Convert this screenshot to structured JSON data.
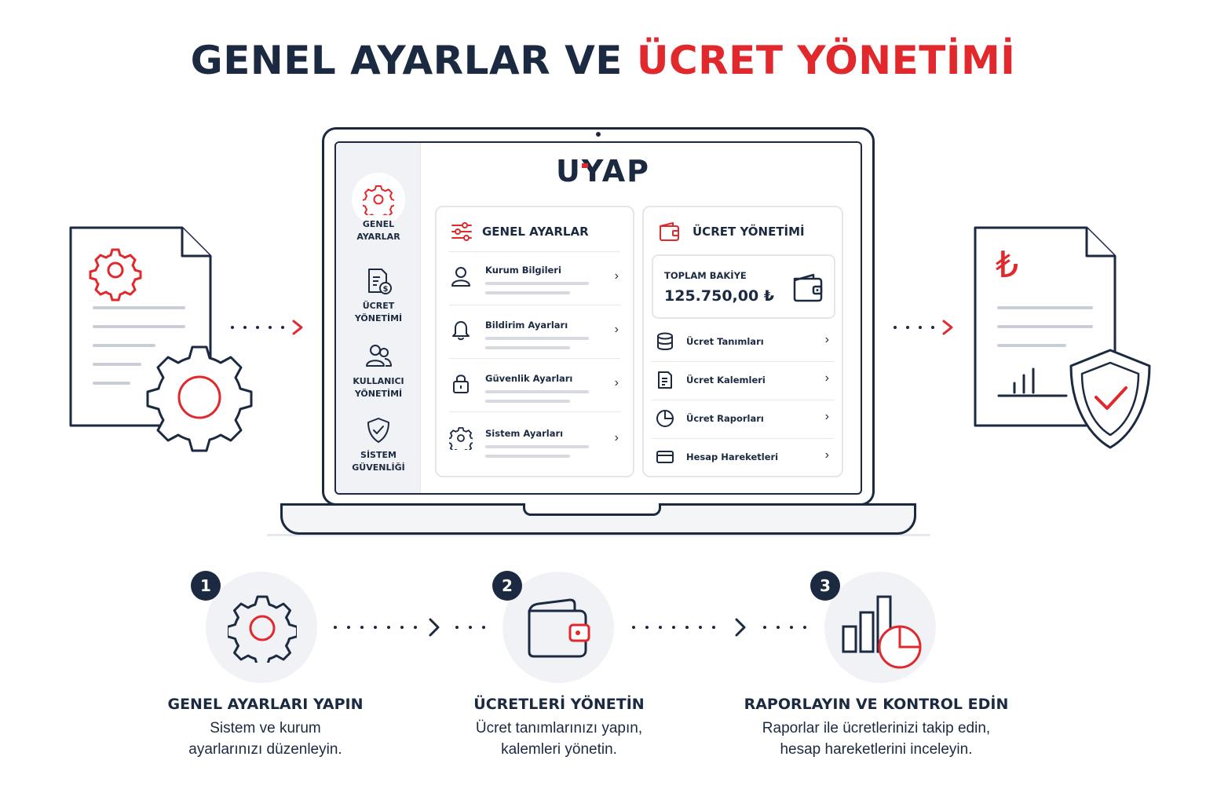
{
  "title": {
    "part1": "GENEL AYARLAR VE ",
    "part2": "ÜCRET YÖNETİMİ"
  },
  "app": {
    "logo": "UYAP"
  },
  "sidebar": {
    "items": [
      {
        "label": "GENEL\nAYARLAR",
        "icon": "gear-icon",
        "active": true
      },
      {
        "label": "ÜCRET\nYÖNETİMİ",
        "icon": "fee-document-icon"
      },
      {
        "label": "KULLANICI\nYÖNETİMİ",
        "icon": "users-icon"
      },
      {
        "label": "SİSTEM\nGÜVENLİĞİ",
        "icon": "shield-check-icon"
      }
    ]
  },
  "general_panel": {
    "title": "GENEL AYARLAR",
    "items": [
      {
        "label": "Kurum Bilgileri",
        "icon": "user-icon"
      },
      {
        "label": "Bildirim Ayarları",
        "icon": "bell-icon"
      },
      {
        "label": "Güvenlik Ayarları",
        "icon": "lock-icon"
      },
      {
        "label": "Sistem Ayarları",
        "icon": "gear-icon"
      }
    ]
  },
  "fee_panel": {
    "title": "ÜCRET YÖNETİMİ",
    "balance_label": "TOPLAM BAKİYE",
    "balance_value": "125.750,00 ₺",
    "items": [
      {
        "label": "Ücret Tanımları",
        "icon": "database-icon"
      },
      {
        "label": "Ücret Kalemleri",
        "icon": "list-document-icon"
      },
      {
        "label": "Ücret Raporları",
        "icon": "pie-chart-icon"
      },
      {
        "label": "Hesap Hareketleri",
        "icon": "card-icon"
      }
    ]
  },
  "steps": [
    {
      "number": "1",
      "title": "GENEL AYARLARI YAPIN",
      "desc1": "Sistem ve kurum",
      "desc2": "ayarlarınızı düzenleyin.",
      "icon": "gear-icon"
    },
    {
      "number": "2",
      "title": "ÜCRETLERİ YÖNETİN",
      "desc1": "Ücret tanımlarınızı yapın,",
      "desc2": "kalemleri yönetin.",
      "icon": "wallet-icon"
    },
    {
      "number": "3",
      "title": "RAPORLAYIN VE KONTROL EDİN",
      "desc1": "Raporlar ile ücretlerinizi takip edin,",
      "desc2": "hesap hareketlerini inceleyin.",
      "icon": "chart-pie-icon"
    }
  ],
  "currency_symbol": "₺",
  "colors": {
    "navy": "#1b2a41",
    "red": "#e0282d",
    "light": "#f1f2f5"
  }
}
